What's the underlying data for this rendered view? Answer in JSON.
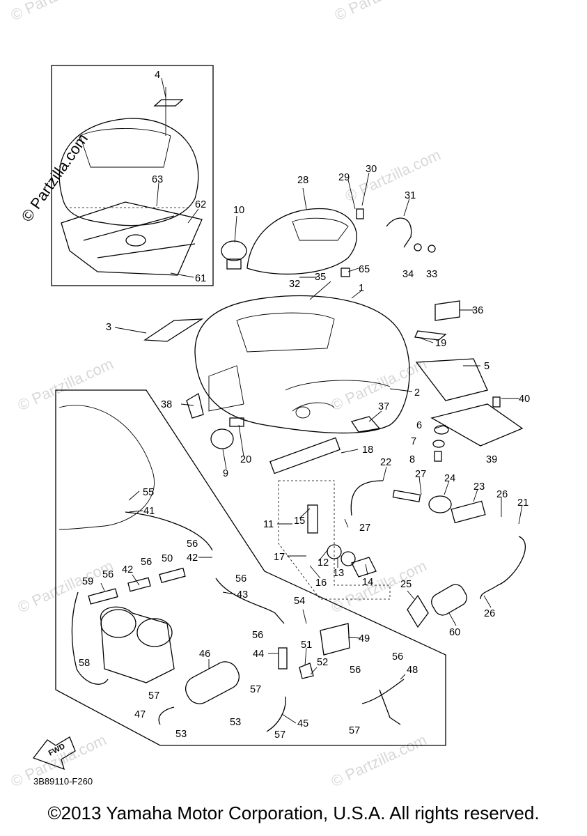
{
  "watermark": "© Partzilla.com",
  "diagram_code": "3B89110-F260",
  "fwd_label": "FWD",
  "copyright": "©2013 Yamaha Motor Corporation, U.S.A. All rights reserved.",
  "callouts": [
    "1",
    "2",
    "3",
    "4",
    "5",
    "6",
    "7",
    "8",
    "9",
    "10",
    "11",
    "12",
    "13",
    "14",
    "15",
    "16",
    "17",
    "18",
    "19",
    "20",
    "21",
    "22",
    "23",
    "24",
    "25",
    "26",
    "27",
    "28",
    "29",
    "30",
    "31",
    "32",
    "33",
    "34",
    "35",
    "36",
    "37",
    "38",
    "39",
    "40",
    "41",
    "42",
    "43",
    "44",
    "45",
    "46",
    "47",
    "48",
    "49",
    "50",
    "51",
    "52",
    "53",
    "54",
    "55",
    "56",
    "57",
    "58",
    "59",
    "60",
    "61",
    "62",
    "63",
    "65"
  ]
}
